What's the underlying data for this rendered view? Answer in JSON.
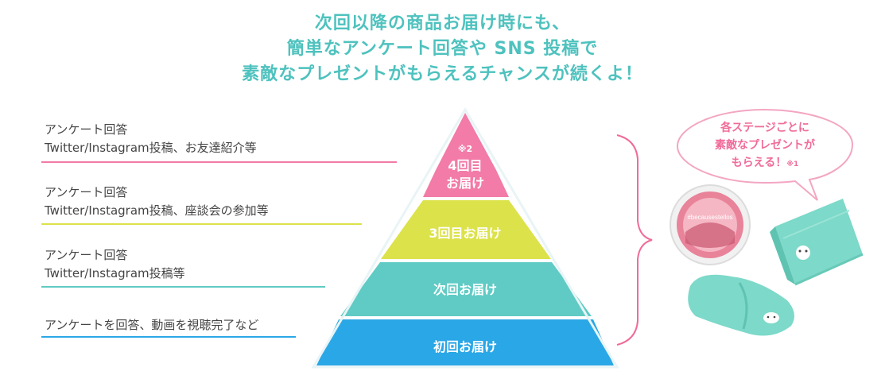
{
  "headline": {
    "line1": "次回以降の商品お届け時にも、",
    "line2": "簡単なアンケート回答や SNS 投稿で",
    "line3": "素敵なプレゼントがもらえるチャンスが続くよ！"
  },
  "stages": [
    {
      "line1": "アンケート回答",
      "line2": "Twitter/Instagram投稿、お友達紹介等",
      "color": "#f27ba7",
      "pyramid_note": "※2",
      "pyramid_line1": "4回目",
      "pyramid_line2": "お届け"
    },
    {
      "line1": "アンケート回答",
      "line2": "Twitter/Instagram投稿、座談会の参加等",
      "color": "#dce24a",
      "pyramid_label": "3回目お届け"
    },
    {
      "line1": "アンケート回答",
      "line2": "Twitter/Instagram投稿等",
      "color": "#5fcbc4",
      "pyramid_label": "次回お届け"
    },
    {
      "line1": "アンケートを回答、動画を視聴完了など",
      "color": "#2aa7e6",
      "pyramid_label": "初回お届け"
    }
  ],
  "bubble": {
    "line1": "各ステージごとに",
    "line2": "素敵なプレゼントが",
    "line3": "もらえる！",
    "note": "※1"
  },
  "prizes": {
    "mirror_brand": "#becausestellos",
    "items": [
      "compact-mirror",
      "hair-band",
      "face-towel"
    ]
  },
  "colors": {
    "headline": "#4ec2be",
    "bracket": "#f06b9a",
    "bubble_border": "#f3a6c2"
  }
}
